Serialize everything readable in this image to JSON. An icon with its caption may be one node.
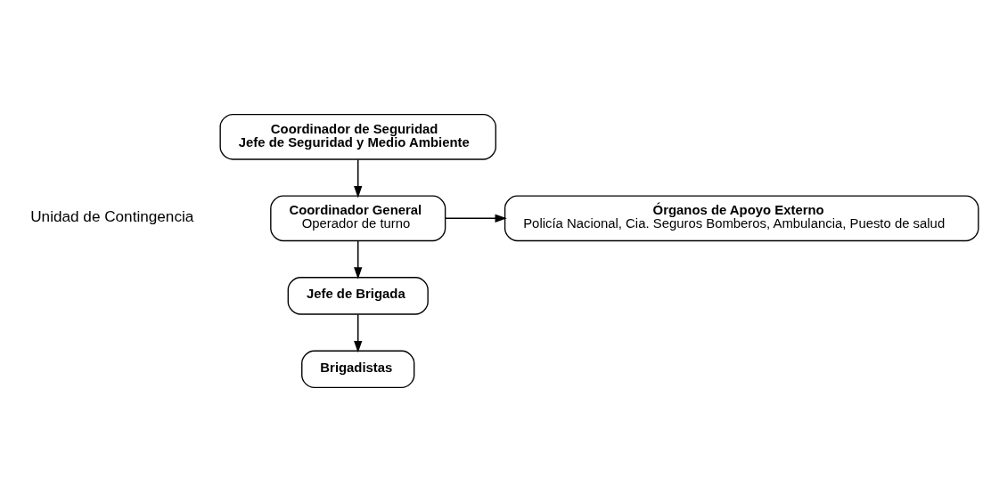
{
  "diagram": {
    "nodes": [
      {
        "text": [
          "Coordinador de Seguridad",
          "Jefe de Seguridad y Medio Ambiente"
        ]
      },
      {
        "text": [
          "Coordinador General",
          "Operador de turno"
        ]
      },
      {
        "text": [
          "Órganos de Apoyo Externo",
          "Policía Nacional, Cia. Seguros Bomberos, Ambulancia, Puesto de salud"
        ]
      },
      {
        "text": [
          "Jefe de Brigada"
        ]
      },
      {
        "text": [
          "Brigadistas"
        ]
      }
    ],
    "edges": [
      {
        "from": 0,
        "to": 1,
        "arrow": "to"
      },
      {
        "from": 1,
        "to": 2,
        "arrow": "to"
      },
      {
        "from": 1,
        "to": 3,
        "arrow": "to"
      },
      {
        "from": 3,
        "to": 4,
        "arrow": "to"
      }
    ],
    "labels": [
      "Unidad de Contingencia"
    ]
  }
}
